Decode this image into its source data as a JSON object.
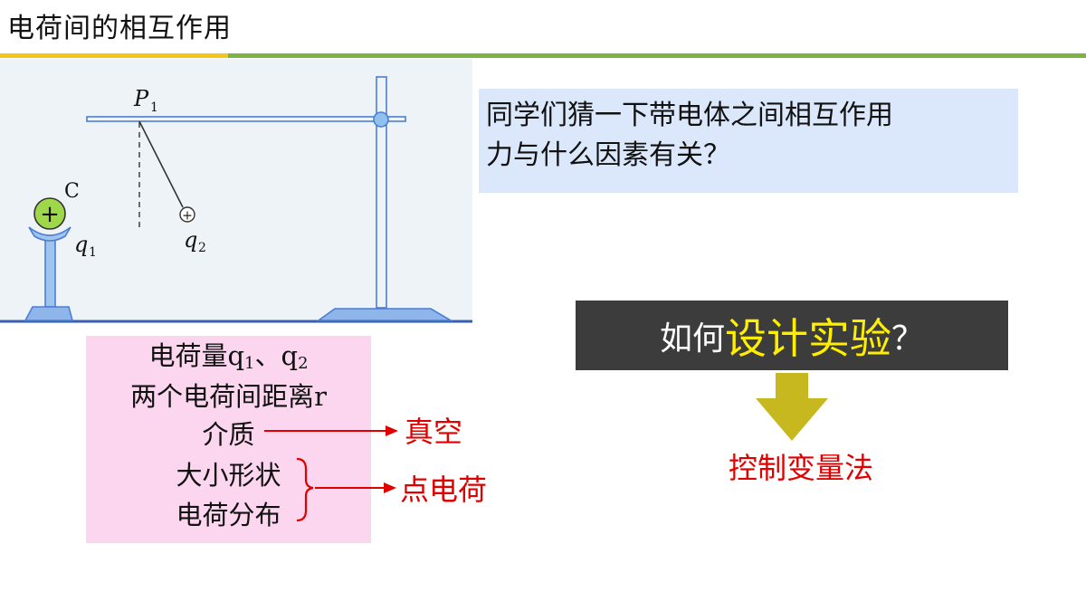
{
  "slide": {
    "title": "电荷间的相互作用"
  },
  "diagram": {
    "point_label": "P",
    "point_sub": "1",
    "sphere_label": "C",
    "sphere_symbol": "+",
    "q1_label": "q",
    "q1_sub": "1",
    "q2_label": "q",
    "q2_sub": "2",
    "q2_symbol": "+"
  },
  "question": {
    "line1": "同学们猜一下带电体之间相互作用",
    "line2": "力与什么因素有关？"
  },
  "banner": {
    "prefix": "如何",
    "highlight": "设计实验",
    "suffix": "？"
  },
  "method": {
    "label": "控制变量法"
  },
  "factors": {
    "charge_prefix": "电荷量q",
    "charge_sub1": "1",
    "charge_sep": "、q",
    "charge_sub2": "2",
    "distance": "两个电荷间距离r",
    "medium": "介质",
    "shape": "大小形状",
    "distribution": "电荷分布"
  },
  "annotations": {
    "vacuum": "真空",
    "point_charge": "点电荷"
  },
  "colors": {
    "accent_red": "#e00000",
    "banner_highlight": "#ffee00",
    "diagram_blue": "#4a7fd6",
    "arrow_olive": "#c8b820"
  }
}
